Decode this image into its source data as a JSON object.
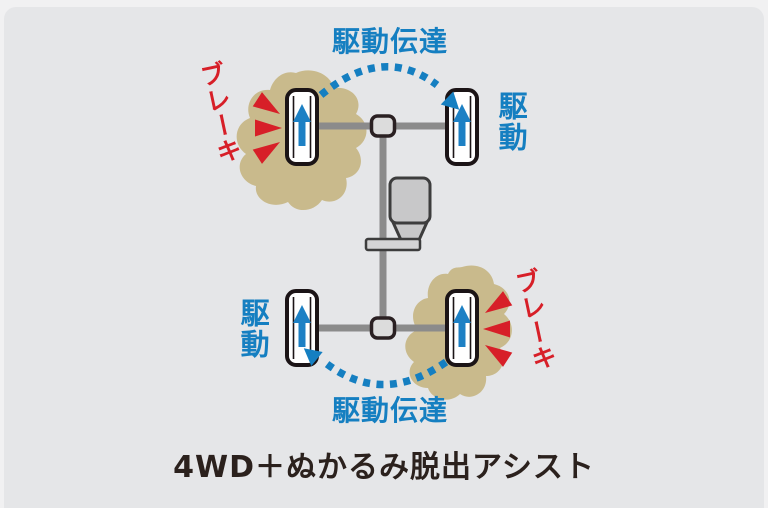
{
  "diagram": {
    "caption": "4WD＋ぬかるみ脱出アシスト",
    "labels": {
      "top_transfer": "駆動伝達",
      "bottom_transfer": "駆動伝達",
      "front_right_drive": "駆動",
      "rear_left_drive": "駆動",
      "front_left_brake": "ブレーキ",
      "rear_right_brake": "ブレーキ"
    },
    "colors": {
      "accent_blue": "#157fc1",
      "brake_red": "#d71f28",
      "mud_tan": "#c9ba8c",
      "panel_gray": "#e5e6e8",
      "axle_gray": "#8b8b8b",
      "caption_dark": "#2b211d"
    }
  }
}
